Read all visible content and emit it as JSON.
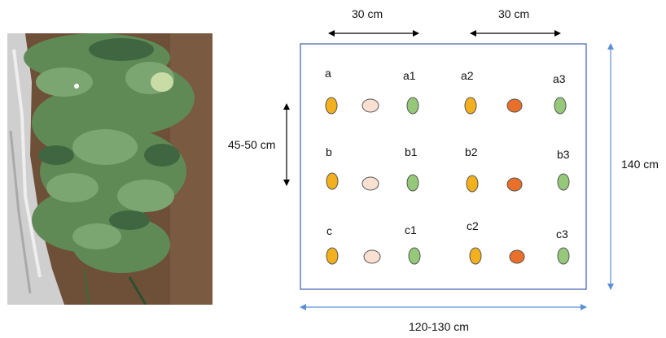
{
  "dimensions": {
    "top_left_spacing": "30 cm",
    "top_right_spacing": "30 cm",
    "row_spacing": "45-50 cm",
    "bed_length": "140 cm",
    "bed_width": "120-130 cm"
  },
  "plant_labels": [
    [
      "a",
      "a1",
      "a2",
      "a3"
    ],
    [
      "b",
      "b1",
      "b2",
      "b3"
    ],
    [
      "c",
      "c1",
      "c2",
      "c3"
    ]
  ],
  "colors": {
    "bed_border": "#3c5da8",
    "arrow_blue": "#5b8fd6",
    "yellow_plant": "#f2b01e",
    "peach_plant": "#f9e0d0",
    "green_plant": "#96c87a",
    "orange_plant": "#e8702a",
    "plant_outline": "#555555"
  },
  "photo": {
    "description_icon": "vegetable-bed-photo"
  }
}
